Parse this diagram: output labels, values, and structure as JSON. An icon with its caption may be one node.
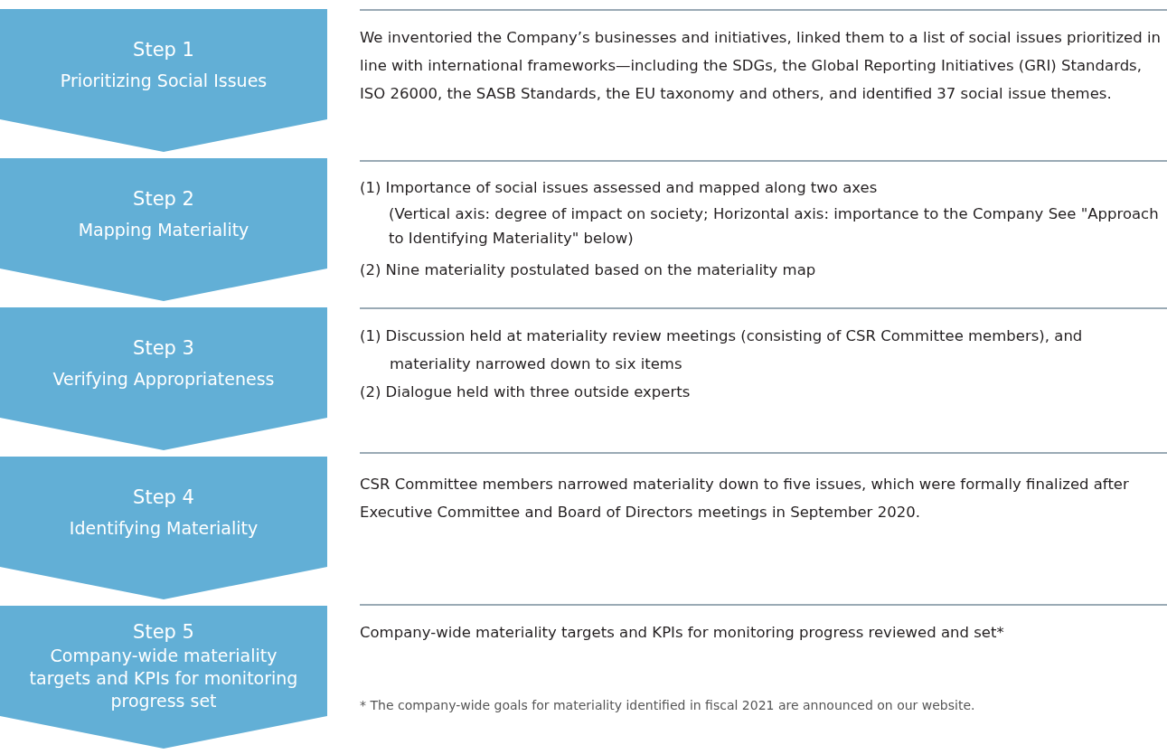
{
  "diagram": {
    "nodes": [
      {
        "text": [
          "Step 1",
          "Prioritizing Social Issues"
        ],
        "beside": [
          "We inventoried the Company’s businesses and initiatives, linked them to a list of social issues prioritized in line with international frameworks—including the SDGs, the Global Reporting Initiatives (GRI) Standards, ISO 26000, the SASB Standards, the EU taxonomy and others, and identified 37 social issue themes."
        ]
      },
      {
        "text": [
          "Step 2",
          "Mapping Materiality"
        ],
        "beside": [
          "(1) Importance of social issues assessed and mapped along two axes",
          "(Vertical axis: degree of impact on society; Horizontal axis: importance to the Company See \"Approach to Identifying Materiality\" below)",
          "(2) Nine materiality postulated based on the materiality map"
        ]
      },
      {
        "text": [
          "Step 3",
          "Verifying Appropriateness"
        ],
        "beside": [
          "(1) Discussion held at materiality review meetings (consisting of CSR Committee members), and materiality narrowed down to six items",
          "(2) Dialogue held with three outside experts"
        ]
      },
      {
        "text": [
          "Step 4",
          "Identifying Materiality"
        ],
        "beside": [
          "CSR Committee members narrowed materiality down to five issues, which were formally finalized after Executive Committee and Board of Directors meetings in September 2020."
        ]
      },
      {
        "text": [
          "Step 5",
          "Company-wide materiality targets and KPIs for monitoring progress set"
        ],
        "beside": [
          "Company-wide materiality targets and KPIs for monitoring progress reviewed and set*"
        ]
      }
    ],
    "edges": [],
    "labels": [
      "* The company-wide goals for materiality identified in fiscal 2021 are announced on our website."
    ]
  }
}
